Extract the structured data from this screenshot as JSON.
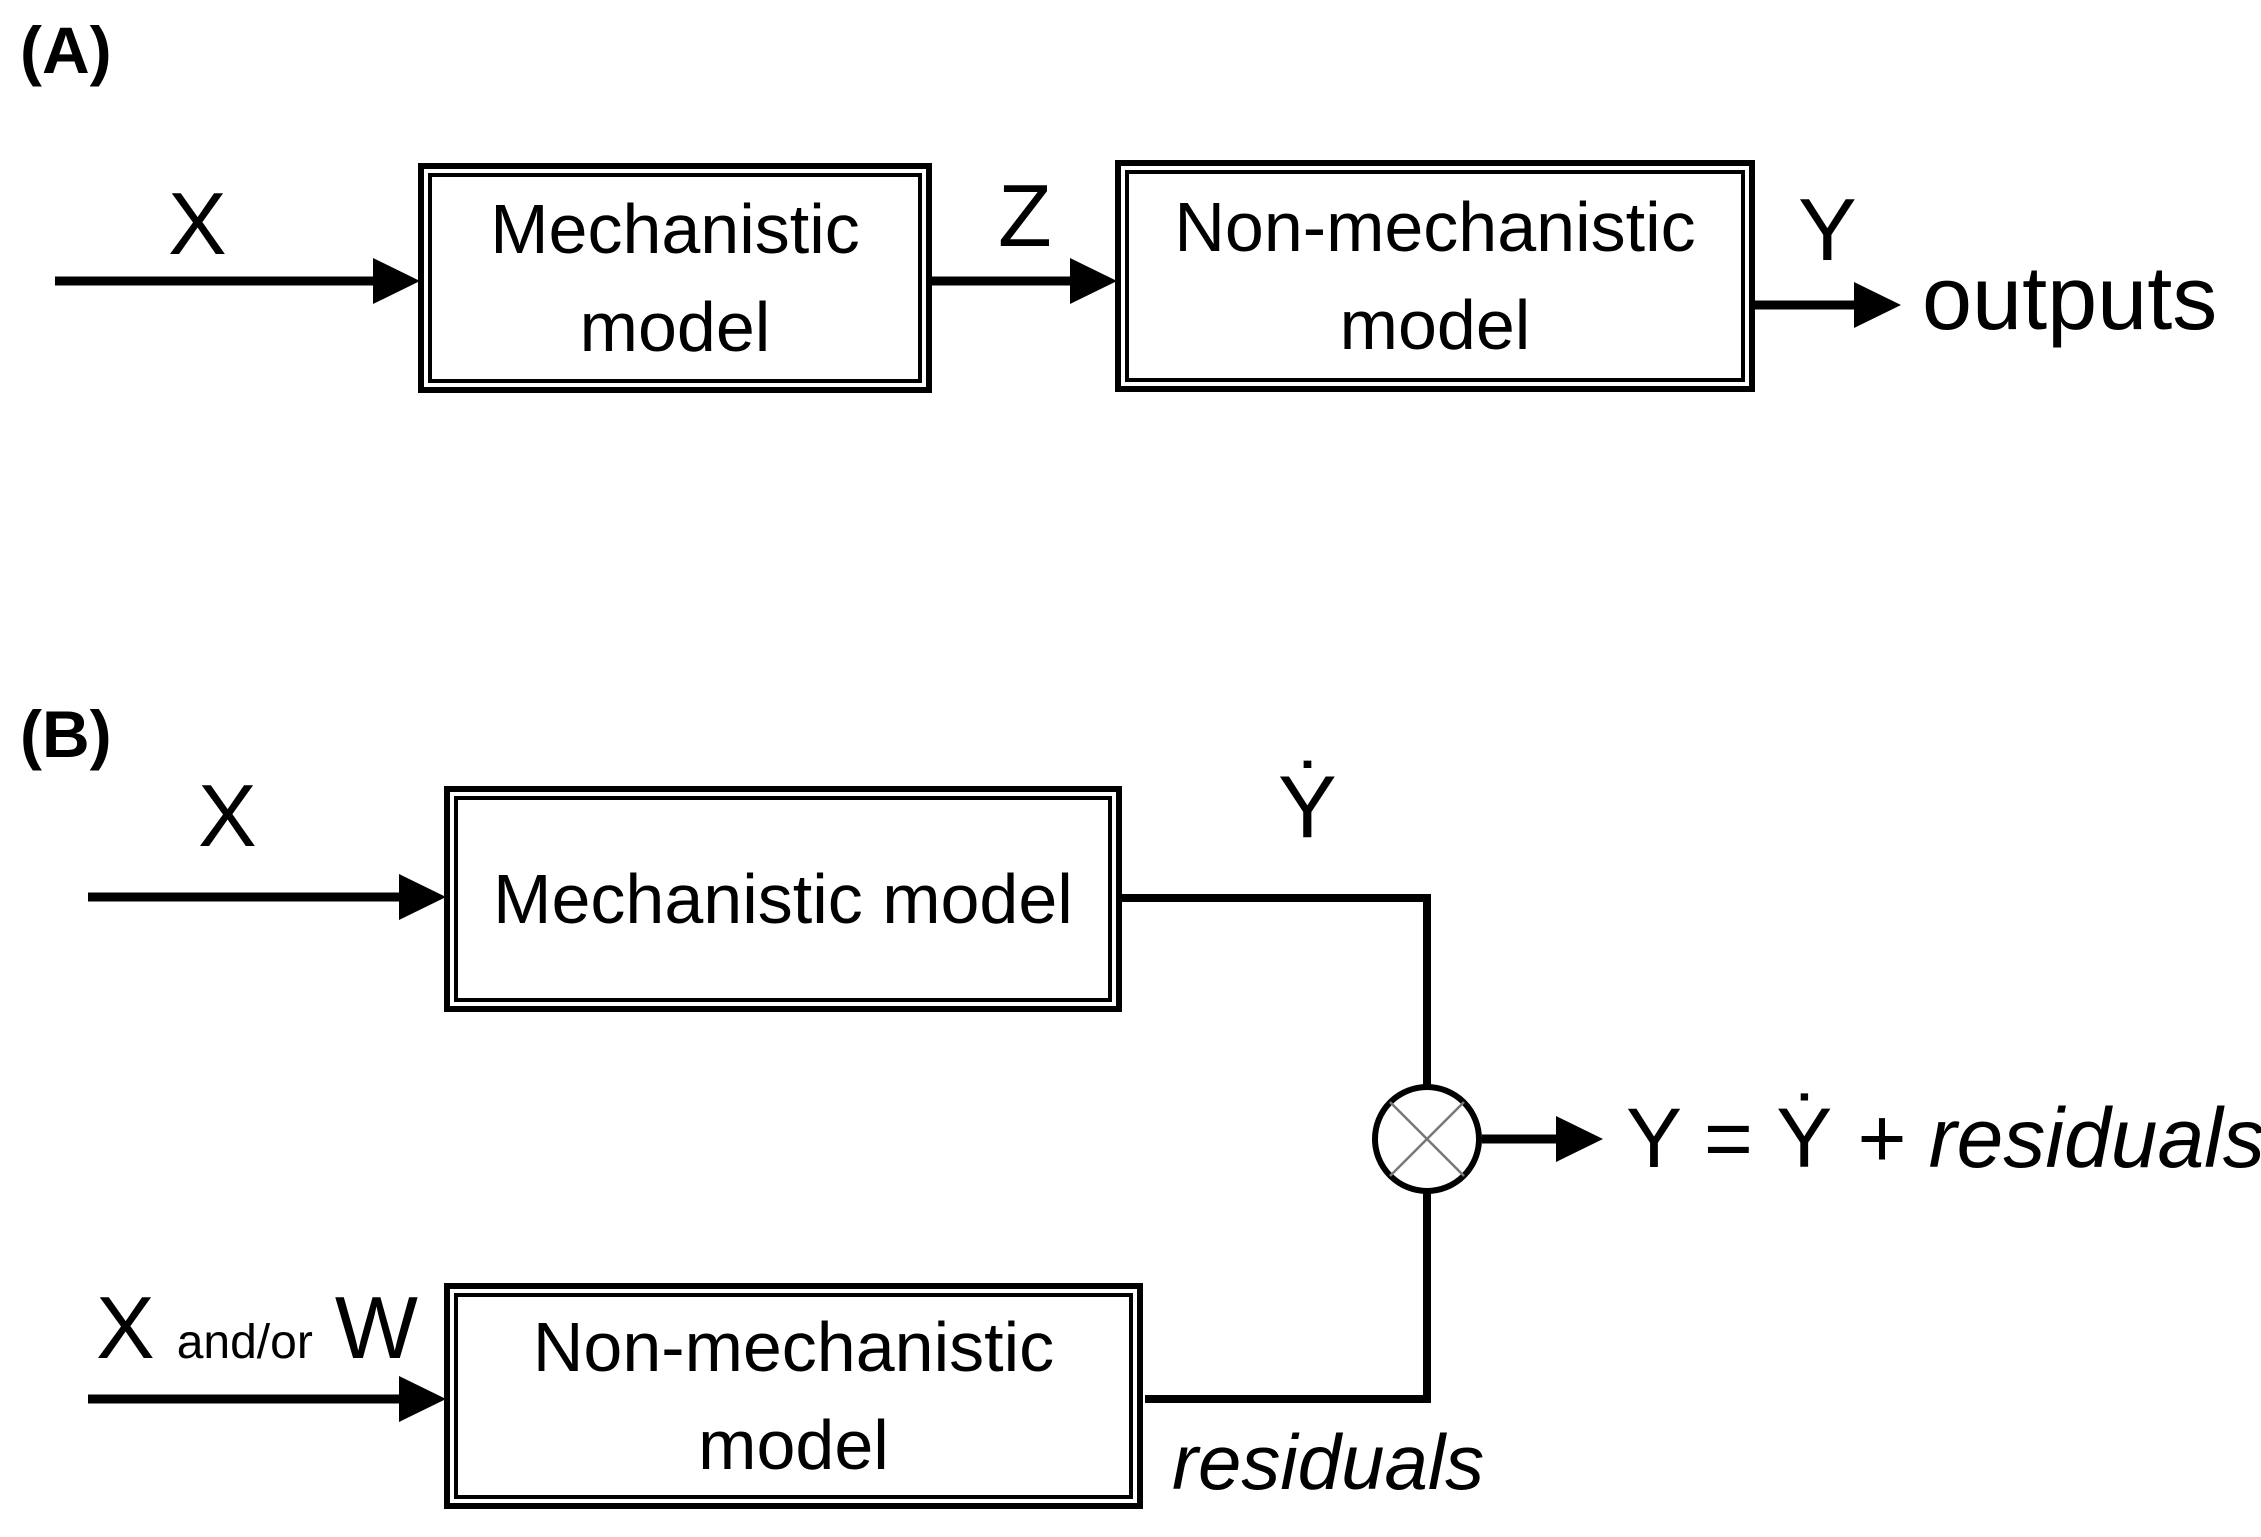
{
  "colors": {
    "background": "#ffffff",
    "ink": "#000000",
    "cross_lines": "#777777"
  },
  "panel_a": {
    "label": "(A)",
    "input_label": "X",
    "mechanistic_box_label": "Mechanistic model",
    "intermediate_label": "Z",
    "nonmechanistic_box_label": "Non-mechanistic model",
    "output_label": "Y",
    "output_text": "outputs"
  },
  "panel_b": {
    "label": "(B)",
    "input_top_label": "X",
    "mechanistic_box_label": "Mechanistic model",
    "y_hat_label": "Ẏ",
    "input_bottom_x": "X",
    "input_bottom_andor": "and/or",
    "input_bottom_w": "W",
    "nonmechanistic_box_label": "Non-mechanistic model",
    "residuals_label": "residuals",
    "equation_normal": "Y = Ẏ",
    "equation_italic": "+ residuals",
    "combiner_icon": "crossed-circle-junction"
  }
}
